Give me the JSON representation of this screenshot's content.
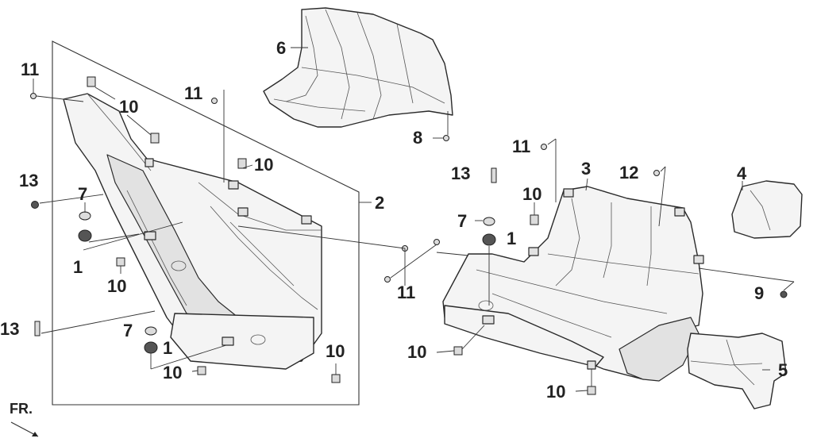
{
  "labels": {
    "l1a": "1",
    "l1b": "1",
    "l1c": "1",
    "l2": "2",
    "l3": "3",
    "l4": "4",
    "l5": "5",
    "l6": "6",
    "l7a": "7",
    "l7b": "7",
    "l7c": "7",
    "l8": "8",
    "l9": "9",
    "l10a": "10",
    "l10b": "10",
    "l10c": "10",
    "l10d": "10",
    "l10e": "10",
    "l10f": "10",
    "l10g": "10",
    "l10h": "10",
    "l11a": "11",
    "l11b": "11",
    "l11c": "11",
    "l11d": "11",
    "l12": "12",
    "l13a": "13",
    "l13b": "13",
    "l13c": "13"
  },
  "direction": {
    "label": "FR.",
    "arrow_icon": "arrow-down-right-icon"
  },
  "colors": {
    "line": "#2a2a2a",
    "part_fill": "#f4f4f4",
    "text": "#222222"
  }
}
